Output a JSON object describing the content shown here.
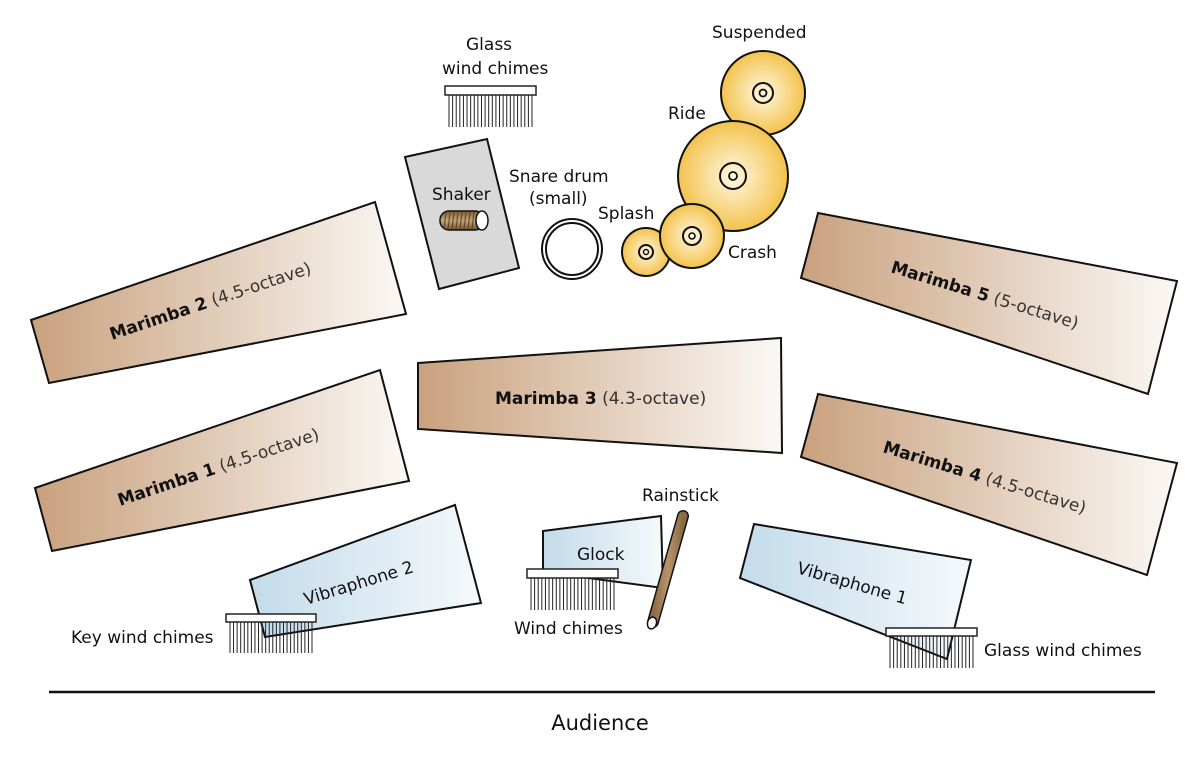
{
  "title": "Percussion ensemble stage layout",
  "colors": {
    "marimba_dark": "#c9a17e",
    "marimba_light": "#fbf7f3",
    "vibraphone_dark": "#c5dcea",
    "vibraphone_light": "#f4f8fb",
    "cymbal_center": "#fff6dc",
    "cymbal_edge": "#f4c451",
    "shaker_box": "#d9d9d9",
    "rainstick": "#a8845e",
    "outline": "#111111"
  },
  "marimbas": [
    {
      "id": "marimba-2",
      "name": "Marimba 2",
      "range": "(4.5-octave)"
    },
    {
      "id": "marimba-1",
      "name": "Marimba 1",
      "range": "(4.5-octave)"
    },
    {
      "id": "marimba-3",
      "name": "Marimba 3",
      "range": "(4.3-octave)"
    },
    {
      "id": "marimba-5",
      "name": "Marimba 5",
      "range": "(5-octave)"
    },
    {
      "id": "marimba-4",
      "name": "Marimba 4",
      "range": "(4.5-octave)"
    }
  ],
  "vibraphones": [
    {
      "id": "vibraphone-2",
      "name": "Vibraphone 2"
    },
    {
      "id": "vibraphone-1",
      "name": "Vibraphone 1"
    }
  ],
  "glock": {
    "name": "Glock"
  },
  "rainstick": {
    "name": "Rainstick"
  },
  "shaker": {
    "name": "Shaker"
  },
  "snare": {
    "line1": "Snare drum",
    "line2": "(small)"
  },
  "cymbals": [
    {
      "id": "suspended",
      "name": "Suspended"
    },
    {
      "id": "ride",
      "name": "Ride"
    },
    {
      "id": "crash",
      "name": "Crash"
    },
    {
      "id": "splash",
      "name": "Splash"
    }
  ],
  "chimes": [
    {
      "id": "glass-top",
      "line1": "Glass",
      "line2": "wind chimes"
    },
    {
      "id": "key",
      "line1": "Key wind chimes"
    },
    {
      "id": "wind",
      "line1": "Wind chimes"
    },
    {
      "id": "glass-right",
      "line1": "Glass wind chimes"
    }
  ],
  "audience": {
    "label": "Audience"
  }
}
